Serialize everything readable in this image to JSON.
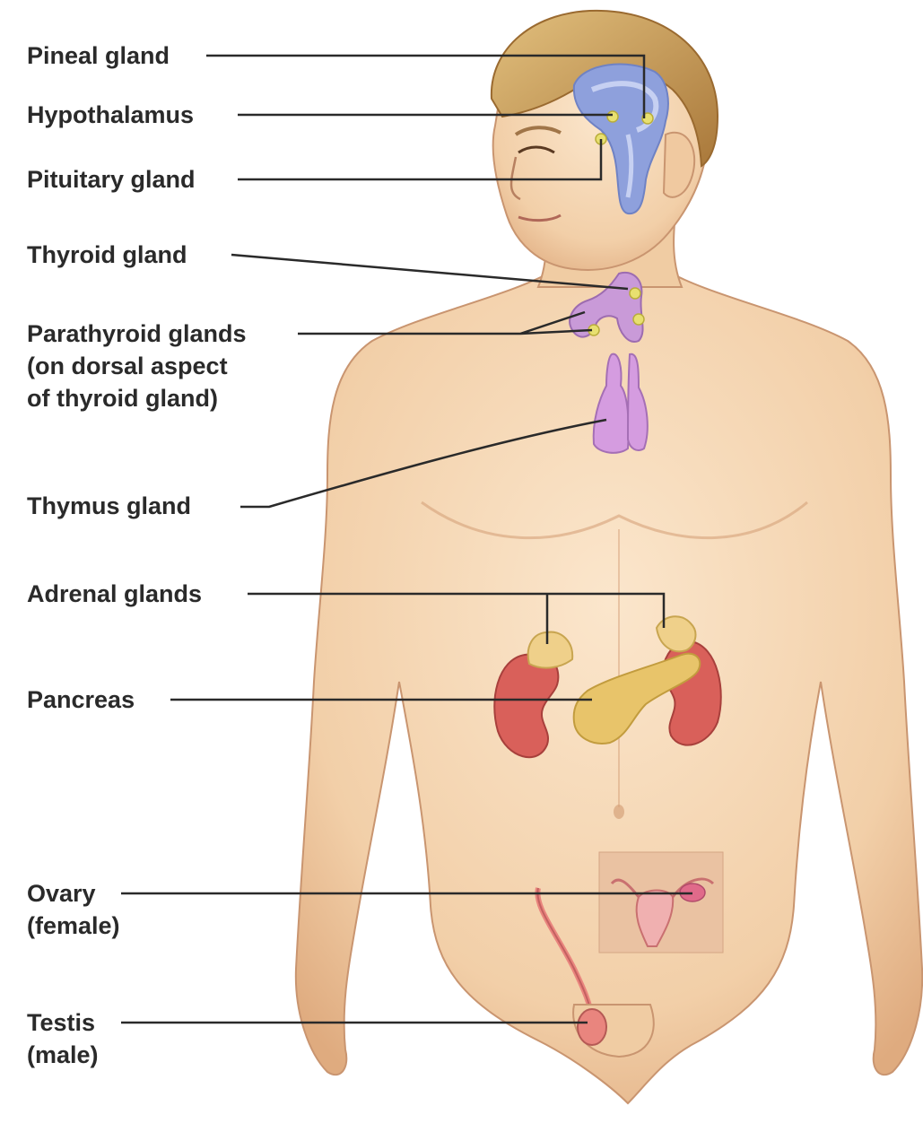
{
  "labels": {
    "pineal": "Pineal gland",
    "hypothalamus": "Hypothalamus",
    "pituitary": "Pituitary gland",
    "thyroid": "Thyroid gland",
    "parathyroid": {
      "line1": "Parathyroid glands",
      "line2": "(on dorsal aspect",
      "line3": "of thyroid gland)"
    },
    "thymus": "Thymus gland",
    "adrenal": "Adrenal glands",
    "pancreas": "Pancreas",
    "ovary": {
      "line1": "Ovary",
      "line2": "(female)"
    },
    "testis": {
      "line1": "Testis",
      "line2": "(male)"
    }
  },
  "colors": {
    "skin": "#f3d4b0",
    "skin_shadow": "#d9a77c",
    "hair": "#c89a55",
    "brain": "#8ea0dc",
    "gland_dot": "#e8e070",
    "thyroid": "#c99ad8",
    "kidney": "#d9605a",
    "pancreas": "#e8c46a",
    "adrenal": "#efd08a",
    "reproductive": "#e9857e",
    "ovary_box": "#eac2a2",
    "leader_line": "#2a2a2a"
  }
}
